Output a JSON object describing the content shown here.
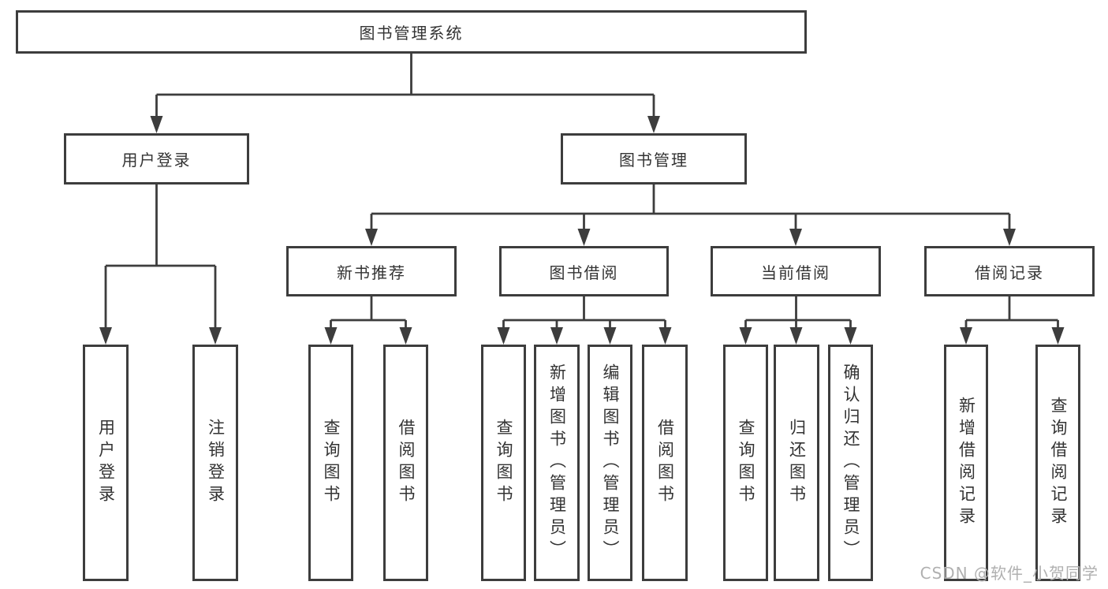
{
  "diagram": {
    "root": {
      "label": "图书管理系统",
      "children": [
        {
          "label": "用户登录",
          "children": [
            {
              "label": "用户登录"
            },
            {
              "label": "注销登录"
            }
          ]
        },
        {
          "label": "图书管理",
          "children": [
            {
              "label": "新书推荐",
              "children": [
                {
                  "label": "查询图书"
                },
                {
                  "label": "借阅图书"
                }
              ]
            },
            {
              "label": "图书借阅",
              "children": [
                {
                  "label": "查询图书"
                },
                {
                  "label": "新增图书（管理员）"
                },
                {
                  "label": "编辑图书（管理员）"
                },
                {
                  "label": "借阅图书"
                }
              ]
            },
            {
              "label": "当前借阅",
              "children": [
                {
                  "label": "查询图书"
                },
                {
                  "label": "归还图书"
                },
                {
                  "label": "确认归还（管理员）"
                }
              ]
            },
            {
              "label": "借阅记录",
              "children": [
                {
                  "label": "新增借阅记录"
                },
                {
                  "label": "查询借阅记录"
                }
              ]
            }
          ]
        }
      ]
    }
  },
  "watermark": {
    "text": "CSDN @软件_小贺同学"
  },
  "colors": {
    "line": "#3d3d3d",
    "text": "#333333",
    "watermark": "#b0b0b0",
    "background": "#ffffff"
  }
}
